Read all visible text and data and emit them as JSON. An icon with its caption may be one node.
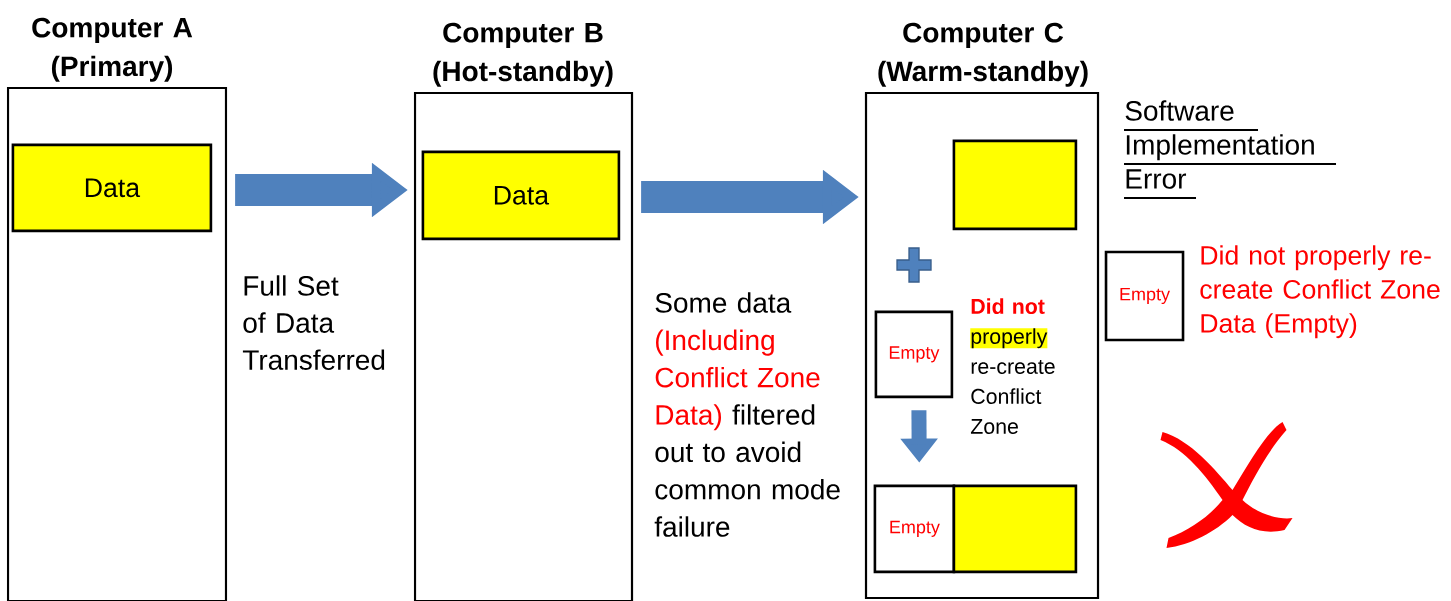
{
  "diagram": {
    "nodes": [
      {
        "text": [
          "Computer A (Primary)"
        ]
      },
      {
        "text": [
          "Data"
        ],
        "in": 0
      },
      {
        "text": [
          "Computer B (Hot-standby)"
        ]
      },
      {
        "text": [
          "Data"
        ],
        "in": 2
      },
      {
        "text": [
          "Computer C (Warm-standby)"
        ]
      },
      {
        "text": [],
        "shape": "box",
        "in": 4
      },
      {
        "text": [
          "Empty"
        ],
        "in": 4
      },
      {
        "text": [
          "Empty"
        ],
        "in": 4
      },
      {
        "text": [],
        "shape": "box",
        "in": 4
      },
      {
        "text": [
          "Empty"
        ],
        "beside": [
          "Did not properly re-create Conflict Zone Data (Empty)"
        ]
      },
      {
        "text": [],
        "shape": "cross"
      }
    ],
    "edges": [
      {
        "from": 0,
        "to": 2,
        "arrow": "to",
        "label": "Full Set of Data Transferred"
      },
      {
        "from": 2,
        "to": 4,
        "arrow": "to"
      },
      {
        "from": 6,
        "to": 7,
        "arrow": "to"
      }
    ],
    "labels": [
      "Some data",
      "(Including Conflict Zone Data)",
      "filtered out to avoid common mode failure",
      "Did not",
      "properly",
      "re-create Conflict Zone",
      "Software Implementation Error"
    ]
  }
}
